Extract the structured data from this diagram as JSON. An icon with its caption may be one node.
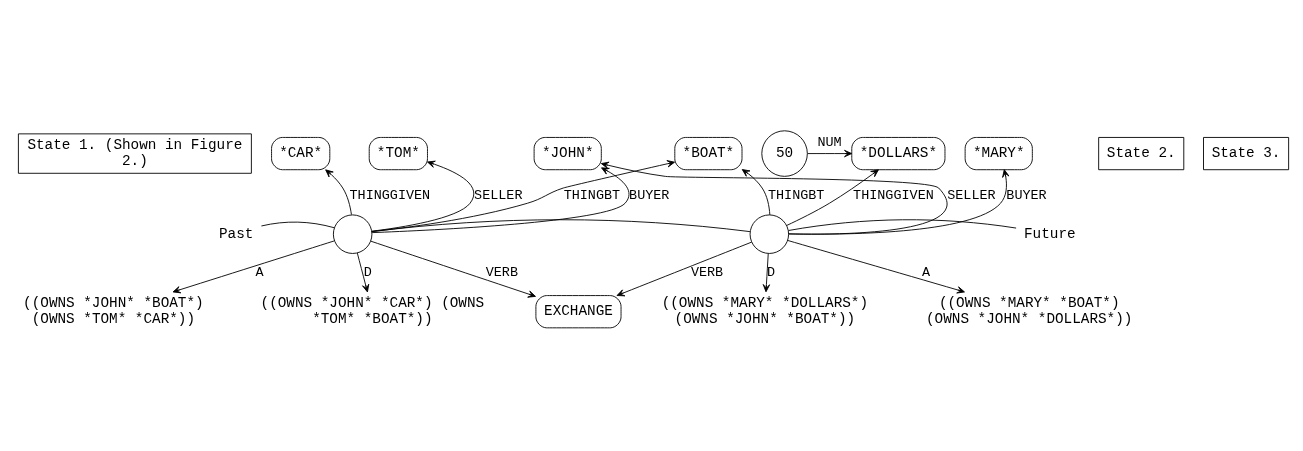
{
  "diagram": {
    "nodes": [
      {
        "text": [
          "*CAR*"
        ]
      },
      {
        "text": [
          "*TOM*"
        ]
      },
      {
        "text": [
          "*BOAT*"
        ]
      },
      {
        "text": [
          "*DOLLARS*"
        ]
      },
      {
        "text": [
          "50"
        ]
      },
      {
        "text": [
          "*JOHN*"
        ]
      },
      {
        "text": [
          "*MARY*"
        ]
      },
      {
        "text": [
          "State 1. (Shown in Figure 2.)"
        ]
      },
      {
        "text": [
          "State 2."
        ]
      },
      {
        "text": [
          "State 3."
        ]
      },
      {
        "text": [
          "Past"
        ]
      },
      {
        "text": [],
        "shape": "circle"
      },
      {
        "text": [],
        "shape": "circle"
      },
      {
        "text": [
          "Future"
        ]
      },
      {
        "text": [
          "((OWNS *JOHN* *CAR*) (OWNS *TOM* *BOAT*))"
        ]
      },
      {
        "text": [
          "((OWNS *JOHN* *BOAT*) (OWNS *TOM* *CAR*))"
        ]
      },
      {
        "text": [
          "((OWNS *MARY* *DOLLARS*) (OWNS *JOHN* *BOAT*))"
        ]
      },
      {
        "text": [
          "((OWNS *MARY* *BOAT*) (OWNS *JOHN* *DOLLARS*))"
        ]
      },
      {
        "text": [
          "EXCHANGE"
        ]
      }
    ],
    "edges": [
      {
        "from": 11,
        "to": 0,
        "arrow": "to",
        "label": "THINGGIVEN"
      },
      {
        "from": 11,
        "to": 1,
        "arrow": "to",
        "label": "SELLER"
      },
      {
        "from": 11,
        "to": 2,
        "arrow": "to",
        "label": "THINGBT"
      },
      {
        "from": 11,
        "to": 5,
        "arrow": "to",
        "label": "BUYER"
      },
      {
        "from": 12,
        "to": 2,
        "arrow": "to",
        "label": "THINGBT"
      },
      {
        "from": 12,
        "to": 3,
        "arrow": "to",
        "label": "THINGGIVEN"
      },
      {
        "from": 4,
        "to": 3,
        "arrow": "to",
        "label": "NUM"
      },
      {
        "from": 12,
        "to": 5,
        "arrow": "to",
        "label": "SELLER"
      },
      {
        "from": 12,
        "to": 6,
        "arrow": "to",
        "label": "BUYER"
      },
      {
        "from": 10,
        "to": 11,
        "arrow": "none"
      },
      {
        "from": 11,
        "to": 12,
        "arrow": "none"
      },
      {
        "from": 12,
        "to": 13,
        "arrow": "none"
      },
      {
        "from": 11,
        "to": 14,
        "arrow": "to",
        "label": "D"
      },
      {
        "from": 11,
        "to": 15,
        "arrow": "to",
        "label": "A"
      },
      {
        "from": 11,
        "to": 18,
        "arrow": "to",
        "label": "VERB"
      },
      {
        "from": 12,
        "to": 16,
        "arrow": "to",
        "label": "D"
      },
      {
        "from": 12,
        "to": 17,
        "arrow": "to",
        "label": "A"
      },
      {
        "from": 12,
        "to": 18,
        "arrow": "to",
        "label": "VERB"
      }
    ]
  }
}
